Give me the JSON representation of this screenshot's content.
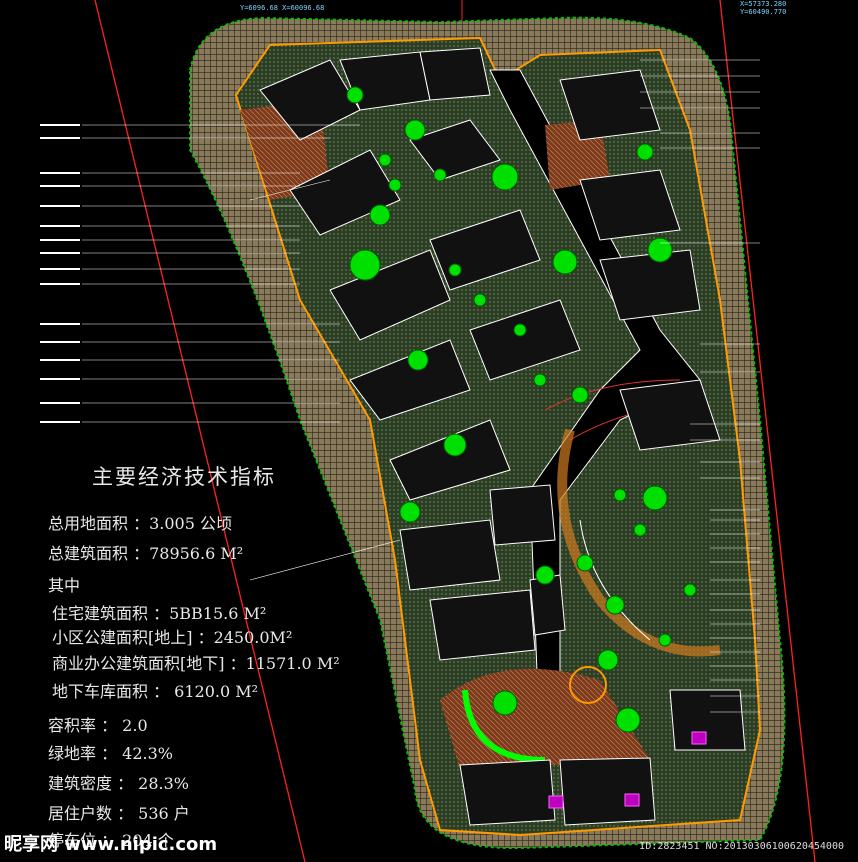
{
  "coords": {
    "top_left": "Y=6096.68 X=60096.68",
    "top_right_1": "X=57373.280",
    "top_right_2": "Y=60490.770"
  },
  "stats": {
    "title": "主要经济技术指标",
    "total_site_area": "总用地面积 ：3.005 公顷",
    "total_floor_area": "总建筑面积 ：78956.6 M²",
    "including": "其中",
    "residential_area": "住宅建筑面积 ：5BB15.6 M²",
    "public_area": "小区公建面积[地上] ：2450.0M²",
    "commercial_area": "商业办公建筑面积[地下] ：11571.0 M²",
    "garage_area": "地下车库面积 ： 6120.0 M²",
    "far": "容积率 ： 2.0",
    "green_ratio": "绿地率 ： 42.3%",
    "building_density": "建筑密度 ： 28.3%",
    "households": "居住户数 ： 536 户",
    "parking": "停车位 ： 204 个"
  },
  "watermark": {
    "brand": "昵享网 www.nipic.com",
    "id": "ID:2823451 NO:20130306100620454000"
  },
  "colors": {
    "bg": "#000000",
    "lines": "#ffffff",
    "green": "#00ff00",
    "orange": "#ff8c00",
    "grid_bg": "#9d8c6b",
    "boundary": "#ff0000"
  }
}
